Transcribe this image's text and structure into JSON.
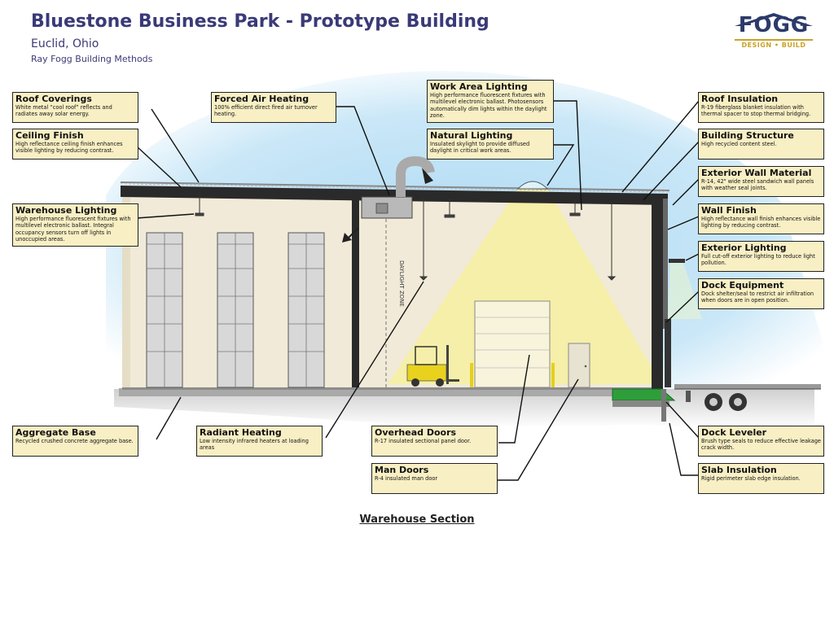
{
  "header": {
    "title": "Bluestone Business Park - Prototype Building",
    "subtitle": "Euclid, Ohio",
    "byline": "Ray Fogg Building Methods"
  },
  "logo": {
    "name": "FOGG",
    "tagline": "DESIGN • BUILD"
  },
  "diagram": {
    "caption": "Warehouse Section",
    "zone_label": "DAYLIGHT ZONE"
  },
  "callouts": [
    {
      "id": "roof-coverings",
      "title": "Roof Coverings",
      "body": "White metal “cool roof” reflects and radiates away solar energy."
    },
    {
      "id": "ceiling-finish",
      "title": "Ceiling Finish",
      "body": "High reflectance ceiling finish enhances visible lighting by reducing contrast."
    },
    {
      "id": "warehouse-lighting",
      "title": "Warehouse Lighting",
      "body": "High performance fluorescent fixtures with multilevel electronic ballast. Integral occupancy sensors turn off lights in unoccupied areas."
    },
    {
      "id": "forced-air-heating",
      "title": "Forced Air Heating",
      "body": "100% efficient direct fired air turnover heating."
    },
    {
      "id": "work-area-lighting",
      "title": "Work Area Lighting",
      "body": "High performance fluorescent fixtures with multilevel electronic ballast. Photosensors automatically dim lights within the daylight zone."
    },
    {
      "id": "natural-lighting",
      "title": "Natural Lighting",
      "body": "Insulated skylight to provide diffused daylight in critical work areas."
    },
    {
      "id": "roof-insulation",
      "title": "Roof Insulation",
      "body": "R-19 fiberglass blanket insulation with thermal spacer to stop thermal bridging."
    },
    {
      "id": "building-structure",
      "title": "Building Structure",
      "body": "High recycled content steel."
    },
    {
      "id": "exterior-wall-material",
      "title": "Exterior Wall Material",
      "body": "R-14, 42\" wide steel sandwich wall panels with weather seal joints."
    },
    {
      "id": "wall-finish",
      "title": "Wall Finish",
      "body": "High reflectance wall finish enhances visible lighting by reducing contrast."
    },
    {
      "id": "exterior-lighting",
      "title": "Exterior Lighting",
      "body": "Full cut-off exterior lighting to reduce light pollution."
    },
    {
      "id": "dock-equipment",
      "title": "Dock Equipment",
      "body": "Dock shelter/seal to restrict air infiltration when doors are in open position."
    },
    {
      "id": "aggregate-base",
      "title": "Aggregate Base",
      "body": "Recycled crushed concrete aggregate base."
    },
    {
      "id": "radiant-heating",
      "title": "Radiant Heating",
      "body": "Low intensity infrared heaters at loading areas"
    },
    {
      "id": "overhead-doors",
      "title": "Overhead Doors",
      "body": "R-17 insulated sectional panel door."
    },
    {
      "id": "man-doors",
      "title": "Man Doors",
      "body": "R-4 insulated man door"
    },
    {
      "id": "dock-leveler",
      "title": "Dock Leveler",
      "body": "Brush type seals to reduce effective leakage crack width."
    },
    {
      "id": "slab-insulation",
      "title": "Slab Insulation",
      "body": "Rigid perimeter slab edge insulation."
    }
  ],
  "colors": {
    "title": "#3a3a78",
    "callout_fill": "#f8efc4",
    "sky": "#a9d7f2",
    "wall": "#f1ead8",
    "light_cone": "#f5f0a4",
    "structure": "#2a2a2a",
    "dock_leveler": "#2e9e3a",
    "forklift": "#e8d21e"
  }
}
